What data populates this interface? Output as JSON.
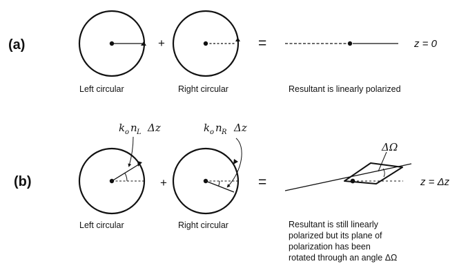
{
  "part_a": {
    "label": "(a)",
    "plus": "+",
    "equals": "=",
    "left_caption": "Left circular",
    "right_caption": "Right circular",
    "resultant_caption": "Resultant is linearly polarized",
    "z_label": "z = 0"
  },
  "part_b": {
    "label": "(b)",
    "plus": "+",
    "equals": "=",
    "left_caption": "Left circular",
    "right_caption": "Right circular",
    "phase_left": {
      "k": "k",
      "k_sub": "o",
      "n": "n",
      "n_sub": "L",
      "dz": "Δz"
    },
    "phase_right": {
      "k": "k",
      "k_sub": "o",
      "n": "n",
      "n_sub": "R",
      "dz": "Δz"
    },
    "rotation_label": "ΔΩ",
    "z_label": "z = Δz",
    "resultant_lines": [
      "Resultant is still linearly",
      "polarized but its plane of",
      "polarization has been",
      "rotated through an angle ΔΩ"
    ]
  }
}
